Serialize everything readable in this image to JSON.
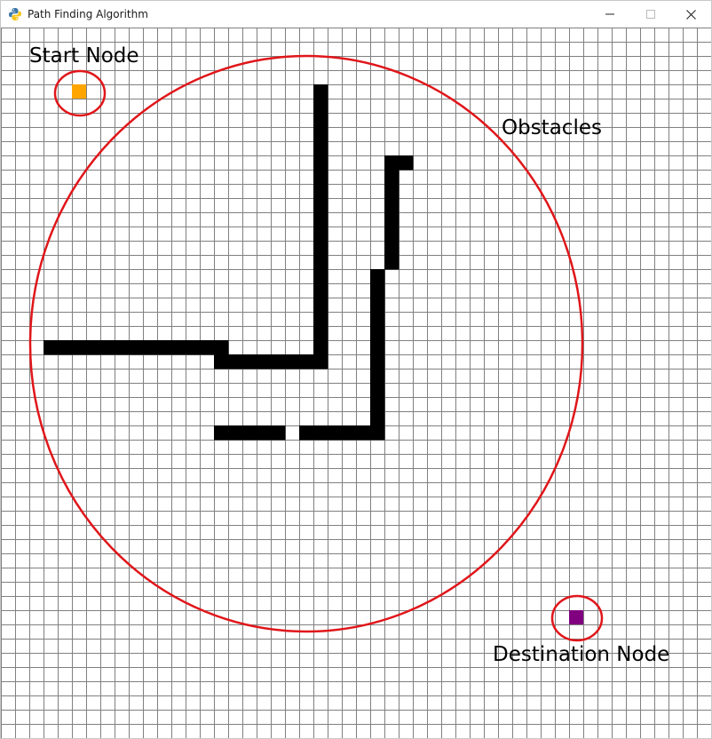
{
  "window": {
    "title": "Path Finding Algorithm",
    "icon": "python-icon",
    "controls": {
      "minimize_icon": "minimize-icon",
      "maximize_icon": "maximize-icon",
      "close_icon": "close-icon"
    }
  },
  "grid": {
    "cols": 50,
    "rows": 50,
    "line_color": "#808080",
    "background_color": "#ffffff"
  },
  "nodes": {
    "start": {
      "col": 5,
      "row": 4,
      "color": "#FFA500"
    },
    "destination": {
      "col": 40,
      "row": 41,
      "color": "#800080"
    }
  },
  "obstacles": {
    "color": "#000000",
    "segments": [
      {
        "orientation": "v",
        "col": 22,
        "from": 4,
        "to": 23
      },
      {
        "orientation": "h",
        "row": 22,
        "from": 3,
        "to": 15
      },
      {
        "orientation": "h",
        "row": 23,
        "from": 15,
        "to": 22
      },
      {
        "orientation": "h",
        "row": 9,
        "from": 27,
        "to": 28
      },
      {
        "orientation": "v",
        "col": 27,
        "from": 9,
        "to": 16
      },
      {
        "orientation": "v",
        "col": 26,
        "from": 17,
        "to": 28
      },
      {
        "orientation": "h",
        "row": 28,
        "from": 21,
        "to": 26
      },
      {
        "orientation": "h",
        "row": 28,
        "from": 15,
        "to": 19
      }
    ]
  },
  "annotations": {
    "color": "#E0161A",
    "start_label": "Start Node",
    "obstacles_label": "Obstacles",
    "destination_label": "Destination Node"
  }
}
